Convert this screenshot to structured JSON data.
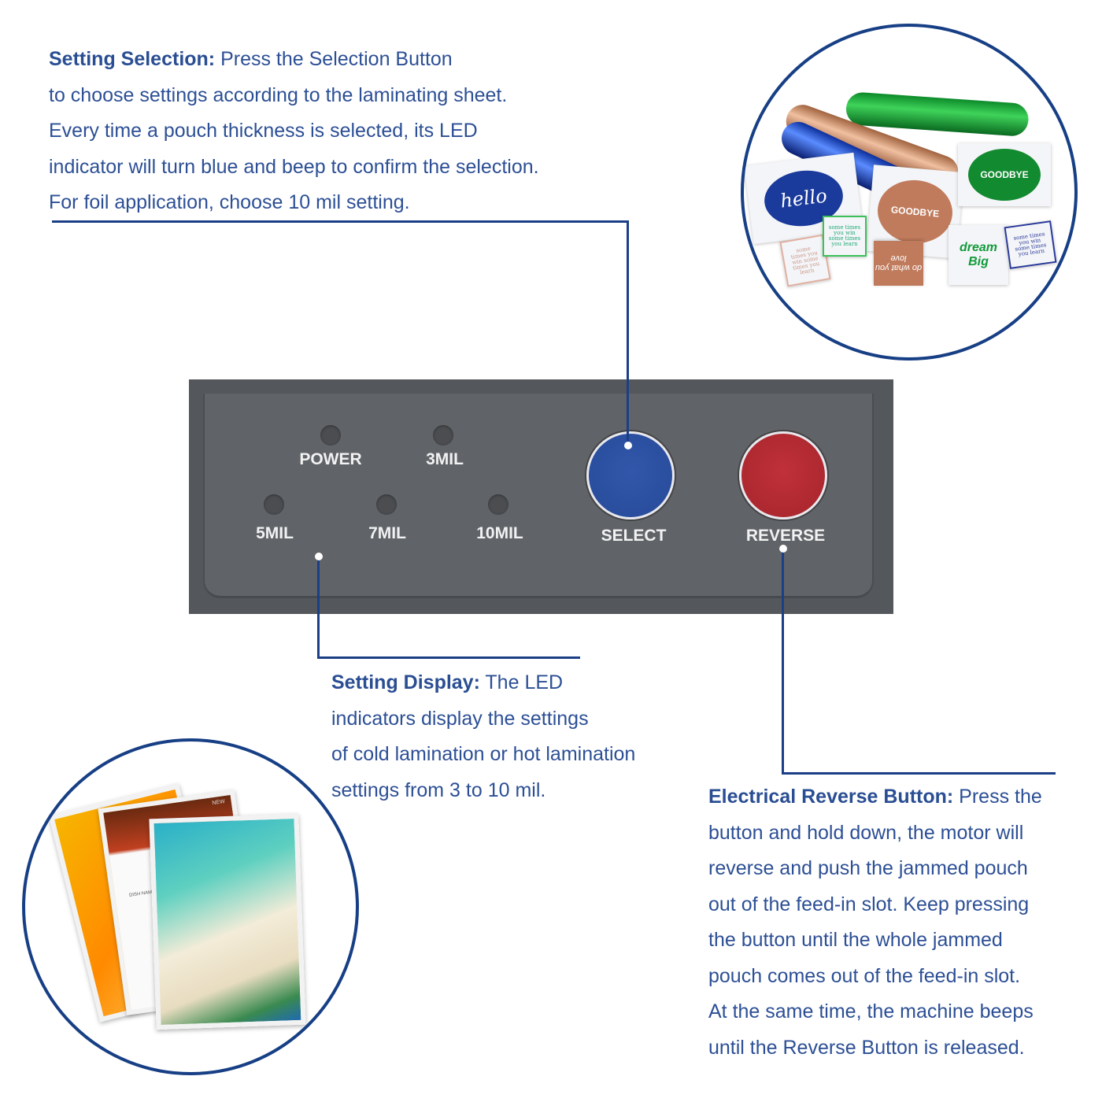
{
  "setting_selection": {
    "heading": "Setting Selection:",
    "lines": [
      " Press the Selection Button",
      "to choose settings according to the laminating sheet.",
      "Every time a pouch thickness is selected, its LED",
      "indicator will turn blue and beep to confirm the selection.",
      "For foil application, choose 10 mil setting."
    ]
  },
  "setting_display": {
    "heading": "Setting Display:",
    "lines": [
      " The LED",
      "indicators display the settings",
      "of cold lamination or hot lamination",
      "settings from 3 to 10 mil."
    ]
  },
  "reverse_button": {
    "heading": "Electrical Reverse Button:",
    "lines": [
      " Press the",
      "button and hold down, the motor will",
      "reverse and push the jammed pouch",
      "out of the feed-in slot. Keep pressing",
      "the button until the whole jammed",
      "pouch comes out of the feed-in slot.",
      "At the same time, the machine beeps",
      "until the Reverse Button is released."
    ]
  },
  "panel": {
    "leds": [
      "POWER",
      "3MIL",
      "5MIL",
      "7MIL",
      "10MIL"
    ],
    "select_label": "SELECT",
    "reverse_label": "REVERSE"
  },
  "foil_illustration": {
    "stickers": [
      "hello",
      "GOODBYE",
      "GOODBYE",
      "some times you win some times you learn",
      "some times you win some times you learn",
      "do what you love",
      "dream Big",
      "some times you win some times you learn"
    ]
  },
  "pouch_illustration": {
    "menu_items": [
      "DISH NAME",
      "NEW"
    ]
  },
  "colors": {
    "text": "#2c4f95",
    "line": "#1b3f86",
    "select": "#2c4fa0",
    "reverse": "#b3282e",
    "panel": "#606368"
  }
}
